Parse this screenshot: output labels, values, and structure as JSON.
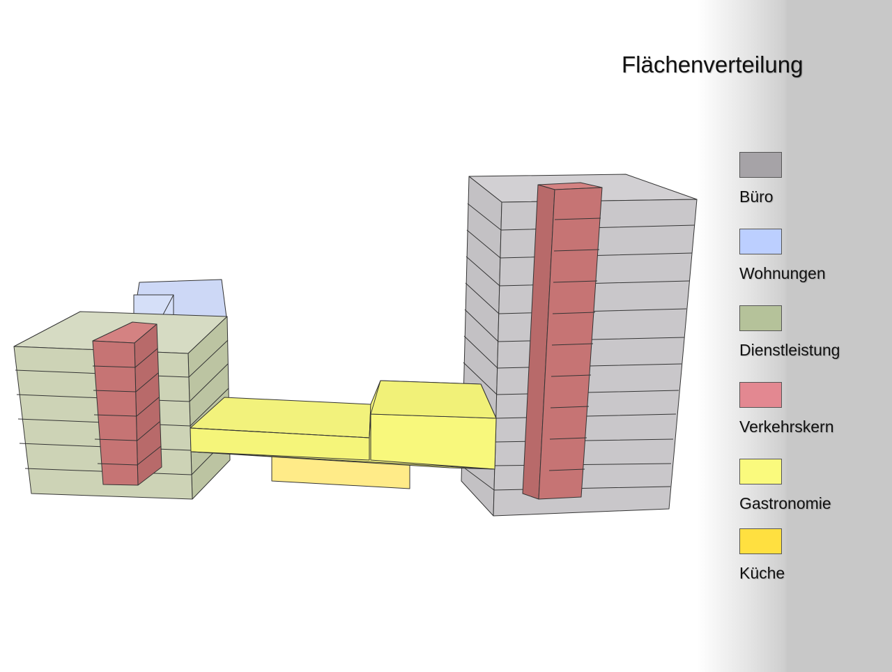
{
  "title": "Flächenverteilung",
  "legend": [
    {
      "label": "Büro",
      "color": "#a6a3a7"
    },
    {
      "label": "Wohnungen",
      "color": "#bccfff"
    },
    {
      "label": "Dienstleistung",
      "color": "#b5c29a"
    },
    {
      "label": "Verkehrskern",
      "color": "#e38891"
    },
    {
      "label": "Gastronomie",
      "color": "#fafa7d"
    },
    {
      "label": "Küche",
      "color": "#ffe040"
    }
  ]
}
